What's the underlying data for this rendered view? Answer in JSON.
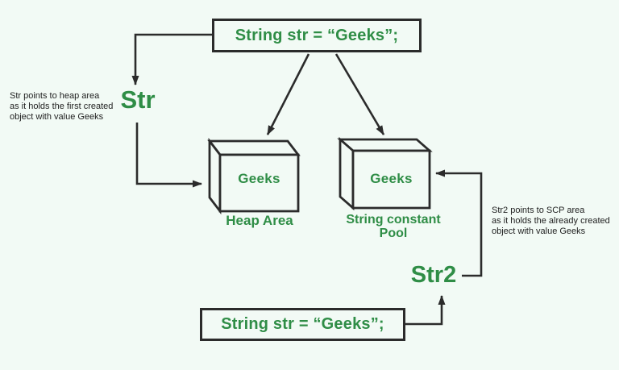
{
  "colors": {
    "background": "#f2faf5",
    "green": "#2f8d46",
    "line": "#2b2b2b"
  },
  "top_box": {
    "label": "String str = “Geeks”;"
  },
  "bottom_box": {
    "label": "String str = “Geeks”;"
  },
  "pointers": {
    "str": "Str",
    "str2": "Str2"
  },
  "heap_cube": {
    "value": "Geeks",
    "caption": "Heap Area"
  },
  "scp_cube": {
    "value": "Geeks",
    "caption_line1": "String constant",
    "caption_line2": "Pool"
  },
  "annotations": {
    "left": {
      "lines": [
        "Str points to heap area",
        "as it holds the first created",
        "object with value Geeks"
      ]
    },
    "right": {
      "lines": [
        "Str2 points to SCP area",
        "as it holds the already created",
        "object with value Geeks"
      ]
    }
  }
}
